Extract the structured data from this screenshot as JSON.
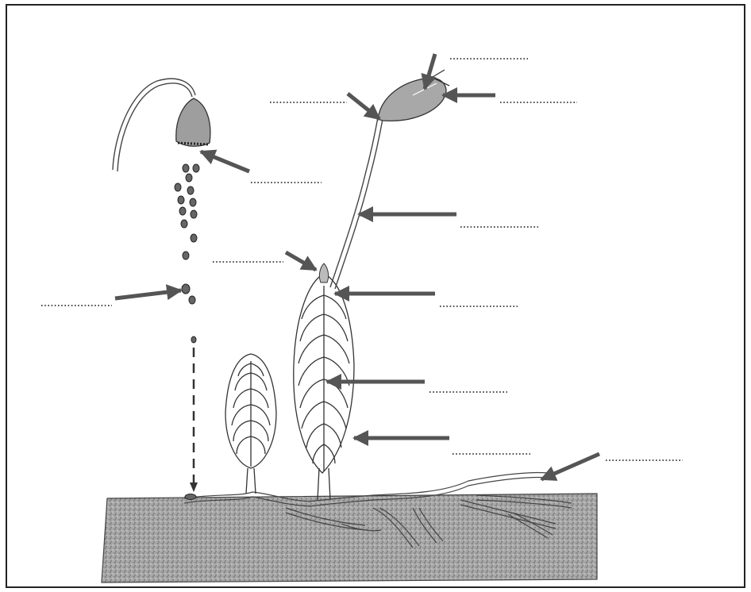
{
  "diagram": {
    "kind": "moss life cycle label worksheet",
    "labels": [
      {
        "id": "capsule-lid",
        "text": ""
      },
      {
        "id": "capsule",
        "text": ""
      },
      {
        "id": "peristome",
        "text": ""
      },
      {
        "id": "capsule-mouth",
        "text": ""
      },
      {
        "id": "seta",
        "text": ""
      },
      {
        "id": "spores",
        "text": ""
      },
      {
        "id": "archegonium",
        "text": ""
      },
      {
        "id": "foot",
        "text": ""
      },
      {
        "id": "leaf",
        "text": ""
      },
      {
        "id": "stem",
        "text": ""
      },
      {
        "id": "rhizoid",
        "text": ""
      }
    ],
    "colors": {
      "arrow": "#555555",
      "line": "#333333",
      "soil": "#9a9a9a",
      "frame": "#222222",
      "dots": "#111111"
    }
  }
}
